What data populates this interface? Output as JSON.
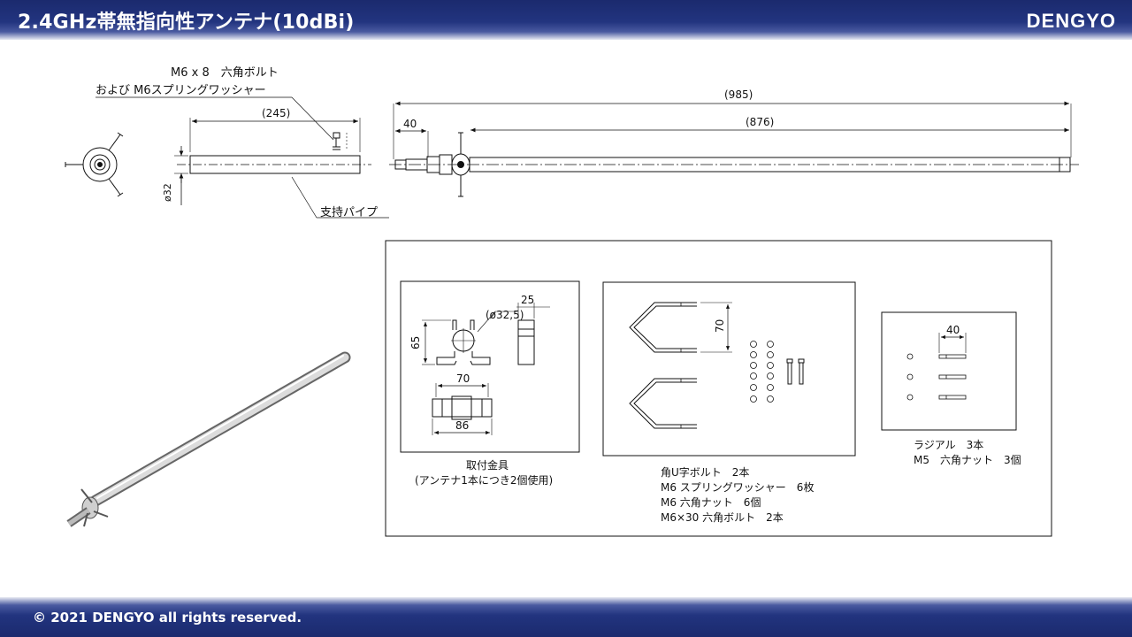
{
  "header": {
    "title": "2.4GHz帯無指向性アンテナ(10dBi)",
    "logo": "DENGYO"
  },
  "footer": {
    "copyright": "© 2021  DENGYO all rights reserved."
  },
  "drawing_labels": {
    "bolt_line1": "M6 x 8　六角ボルト",
    "bolt_line2": "および M6スプリングワッシャー",
    "pipe_length": "(245)",
    "pipe_diameter": "ø32",
    "pipe_label": "支持パイプ",
    "total_length": "(985)",
    "element_length": "(876)",
    "base_length": "40"
  },
  "accessories": {
    "bracket": {
      "dim_diameter": "(ø32,5)",
      "dim_25": "25",
      "dim_65": "65",
      "dim_70": "70",
      "dim_86": "86",
      "caption1": "取付金具",
      "caption2": "(アンテナ1本につき2個使用)"
    },
    "ubolt": {
      "dim_70": "70",
      "caption1": "角U字ボルト　2本",
      "caption2": "M6 スプリングワッシャー　6枚",
      "caption3": "M6 六角ナット　6個",
      "caption4": "M6×30 六角ボルト　2本"
    },
    "radial": {
      "dim_40": "40",
      "caption1": "ラジアル　3本",
      "caption2": "M5　六角ナット　3個"
    }
  }
}
